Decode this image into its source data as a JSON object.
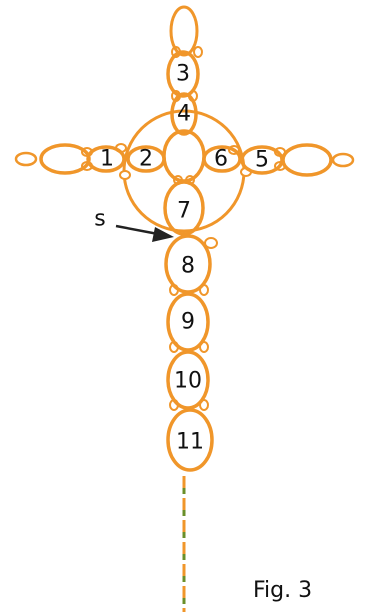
{
  "figure": {
    "caption": "Fig. 3",
    "pointer_label": "s",
    "ring_labels": [
      "1",
      "2",
      "3",
      "4",
      "5",
      "6",
      "7",
      "8",
      "9",
      "10",
      "11"
    ],
    "colors": {
      "thread": "#f0962a",
      "tail_dash": "#6a8f2a",
      "arrow": "#222222",
      "text": "#111111"
    }
  }
}
